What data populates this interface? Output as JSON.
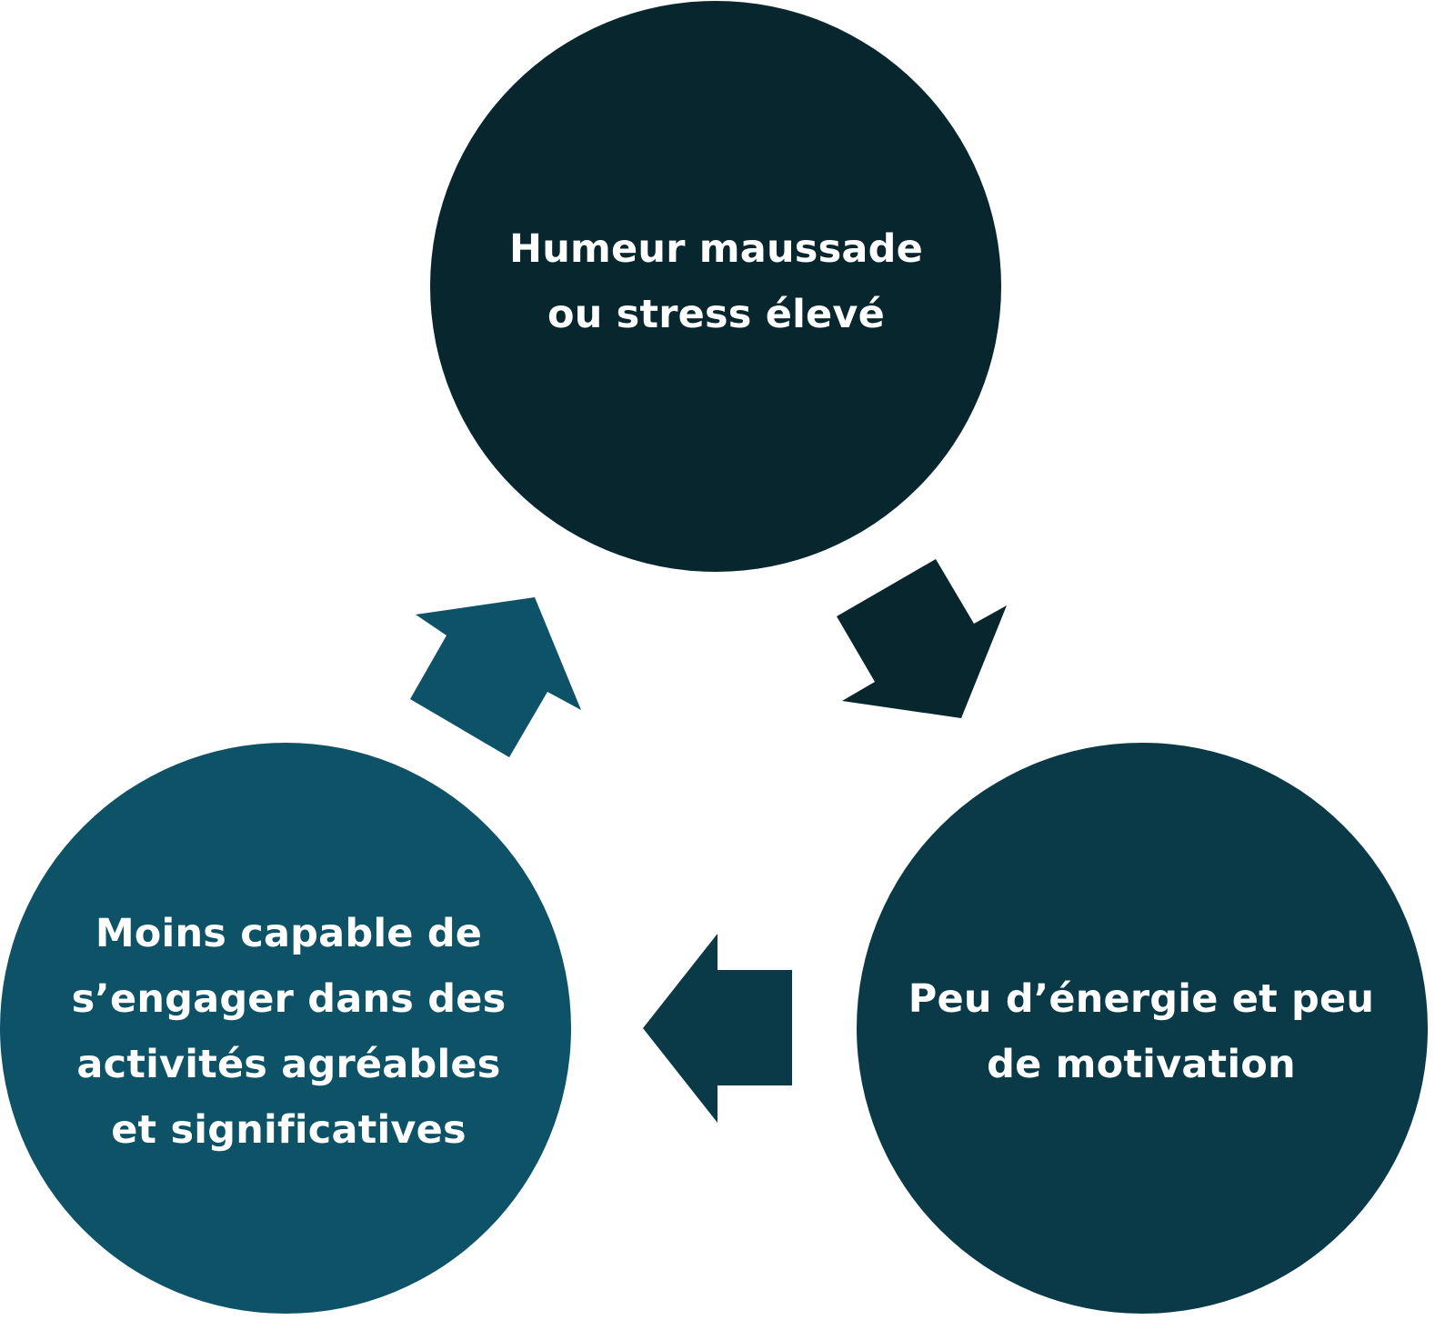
{
  "diagram": {
    "type": "cycle",
    "nodes": [
      {
        "id": "top",
        "label": "Humeur maussade\nou stress élevé",
        "color": "#07262E"
      },
      {
        "id": "right",
        "label": "Peu d’énergie et peu\nde motivation",
        "color": "#0A3A48"
      },
      {
        "id": "left",
        "label": "Moins capable de\ns’engager dans des\nactivités agréables\net significatives",
        "color": "#0E5268"
      }
    ],
    "edges": [
      {
        "from": "top",
        "to": "right",
        "color": "#07262E"
      },
      {
        "from": "right",
        "to": "left",
        "color": "#0A3A48"
      },
      {
        "from": "left",
        "to": "top",
        "color": "#0E5268"
      }
    ]
  }
}
